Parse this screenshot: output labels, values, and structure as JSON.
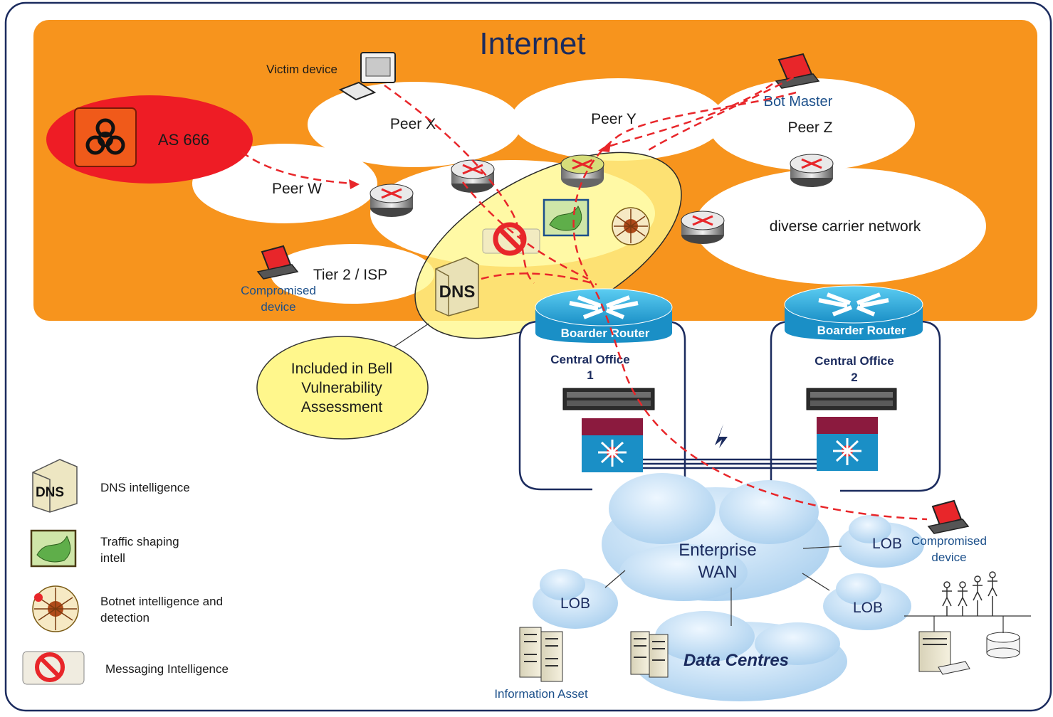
{
  "title": "Internet",
  "labels": {
    "victim_device": "Victim device",
    "bot_master": "Bot Master",
    "as666": "AS 666",
    "peer_w": "Peer W",
    "peer_x": "Peer X",
    "peer_y": "Peer Y",
    "peer_z": "Peer Z",
    "diverse_carrier": "diverse carrier network",
    "tier2": "Tier 2 / ISP",
    "compromised_1a": "Compromised",
    "compromised_1b": "device",
    "dns_badge": "DNS",
    "bell_1": "Included in Bell",
    "bell_2": "Vulnerability",
    "bell_3": "Assessment",
    "border_router_1": "Boarder Router",
    "border_router_2": "Boarder Router",
    "co1_a": "Central Office",
    "co1_b": "1",
    "co2_a": "Central Office",
    "co2_b": "2",
    "enterprise_1": "Enterprise",
    "enterprise_2": "WAN",
    "lob_1": "LOB",
    "lob_2": "LOB",
    "lob_3": "LOB",
    "compromised_2a": "Compromised",
    "compromised_2b": "device",
    "data_centres": "Data Centres",
    "information_asset": "Information Asset"
  },
  "legend": [
    {
      "icon": "dns-icon",
      "lines": [
        "DNS intelligence"
      ]
    },
    {
      "icon": "traffic-map-icon",
      "lines": [
        "Traffic shaping",
        "intell"
      ]
    },
    {
      "icon": "botnet-icon",
      "lines": [
        "Botnet intelligence and",
        "detection"
      ]
    },
    {
      "icon": "no-messaging-icon",
      "lines": [
        "Messaging Intelligence"
      ]
    }
  ],
  "colors": {
    "internet_bg": "#f7941d",
    "as666": "#ee1c25",
    "assessment": "#fff78c",
    "attack_path": "#e8262a",
    "router_blue": "#29abe2",
    "cloud_blue": "#bfdcf2",
    "navy": "#1b2b5e"
  }
}
